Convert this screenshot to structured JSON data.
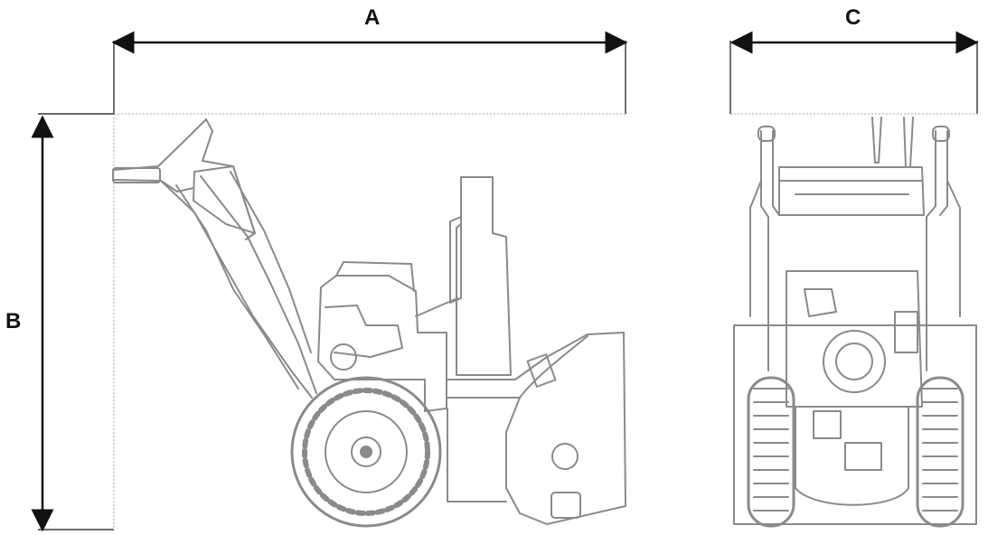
{
  "dimensions": {
    "a": "A",
    "b": "B",
    "c": "C"
  },
  "colors": {
    "line": "#111111",
    "drawing": "#8a8a8a",
    "guide": "#9a9a9a"
  },
  "icons": {
    "side_view": "snow-blower-side-view-illustration",
    "front_view": "snow-blower-front-view-illustration"
  }
}
